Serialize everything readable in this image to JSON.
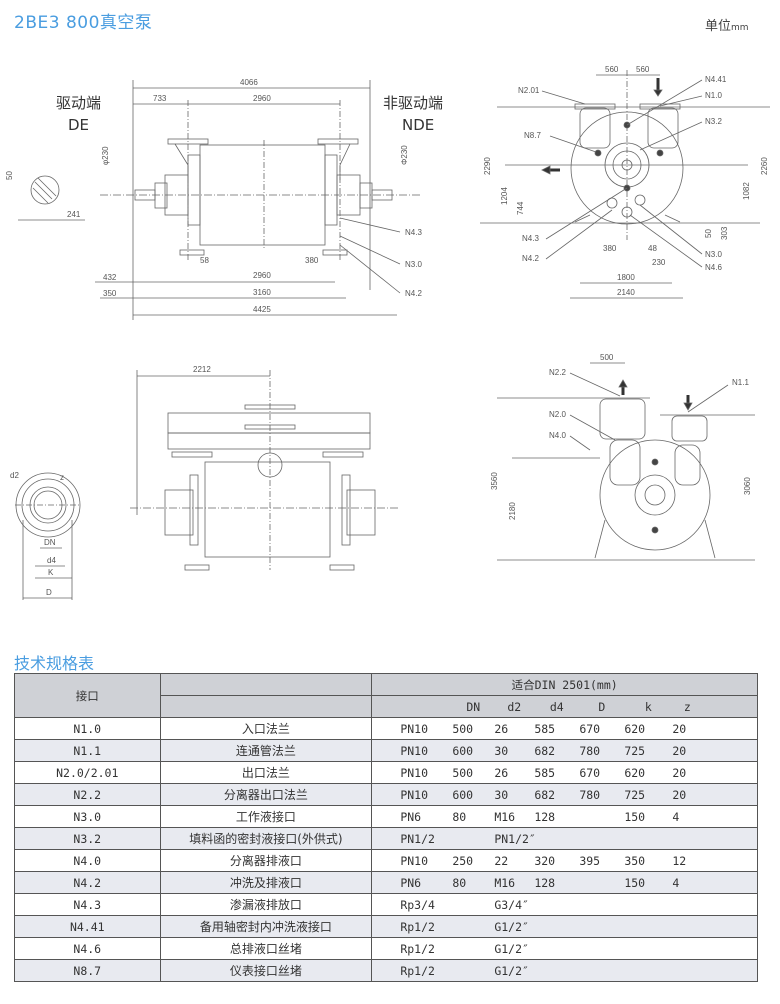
{
  "header": {
    "title": "2BE3 800真空泵",
    "unit_label": "单位",
    "unit_suffix": "mm"
  },
  "drawings": {
    "side_view": {
      "drive_end_cn": "驱动端",
      "drive_end_en": "DE",
      "non_drive_end_cn": "非驱动端",
      "non_drive_end_en": "NDE",
      "dims": {
        "overall_top": "4066",
        "left_733": "733",
        "center_2960": "2960",
        "phi_left": "φ230",
        "phi_right": "Φ230",
        "shaft_key": "50",
        "shaft_241": "241",
        "foot_58": "58",
        "foot_380": "380",
        "bottom_432": "432",
        "bottom_2960": "2960",
        "bottom_350": "350",
        "bottom_3160": "3160",
        "bottom_4425": "4425"
      },
      "callouts": [
        "N4.3",
        "N3.0",
        "N4.2"
      ]
    },
    "end_view": {
      "dims": {
        "top_560_left": "560",
        "top_560_right": "560",
        "h_2290": "2290",
        "h_1204": "1204",
        "h_744": "744",
        "h_2260": "2260",
        "h_1082": "1082",
        "h_50": "50",
        "h_303": "303",
        "w_380": "380",
        "w_48": "48",
        "w_230": "230",
        "w_1800": "1800",
        "w_2140": "2140"
      },
      "callouts": [
        "N2.01",
        "N4.41",
        "N1.0",
        "N3.2",
        "N8.7",
        "N4.3",
        "N4.2",
        "N3.0",
        "N4.6"
      ]
    },
    "flange_detail": {
      "labels": [
        "d2",
        "z",
        "DN",
        "d4",
        "K",
        "D"
      ]
    },
    "top_side_view": {
      "dims": {
        "w_2212": "2212"
      }
    },
    "separator_end_view": {
      "dims": {
        "w_500": "500",
        "h_3560": "3560",
        "h_2180": "2180",
        "h_3060": "3060"
      },
      "callouts": [
        "N2.2",
        "N1.1",
        "N2.0",
        "N4.0"
      ]
    }
  },
  "spec_table": {
    "title": "技术规格表",
    "col_port": "接口",
    "col_standard": "适合DIN 2501(mm)",
    "sub_headers": [
      "",
      "DN",
      "d2",
      "d4",
      "D",
      "k",
      "z"
    ],
    "rows": [
      {
        "port": "N1.0",
        "name": "入口法兰",
        "pn": "PN10",
        "dn": "500",
        "d2": "26",
        "d4": "585",
        "D": "670",
        "k": "620",
        "z": "20"
      },
      {
        "port": "N1.1",
        "name": "连通管法兰",
        "pn": "PN10",
        "dn": "600",
        "d2": "30",
        "d4": "682",
        "D": "780",
        "k": "725",
        "z": "20"
      },
      {
        "port": "N2.0/2.01",
        "name": "出口法兰",
        "pn": "PN10",
        "dn": "500",
        "d2": "26",
        "d4": "585",
        "D": "670",
        "k": "620",
        "z": "20"
      },
      {
        "port": "N2.2",
        "name": "分离器出口法兰",
        "pn": "PN10",
        "dn": "600",
        "d2": "30",
        "d4": "682",
        "D": "780",
        "k": "725",
        "z": "20"
      },
      {
        "port": "N3.0",
        "name": "工作液接口",
        "pn": "PN6",
        "dn": "80",
        "d2": "M16",
        "d4": "128",
        "D": "",
        "k": "150",
        "z": "4"
      },
      {
        "port": "N3.2",
        "name": "填料函的密封液接口(外供式)",
        "pn": "PN1/2",
        "dn": "",
        "d2": "PN1/2″",
        "d4": "",
        "D": "",
        "k": "",
        "z": ""
      },
      {
        "port": "N4.0",
        "name": "分离器排液口",
        "pn": "PN10",
        "dn": "250",
        "d2": "22",
        "d4": "320",
        "D": "395",
        "k": "350",
        "z": "12"
      },
      {
        "port": "N4.2",
        "name": "冲洗及排液口",
        "pn": "PN6",
        "dn": "80",
        "d2": "M16",
        "d4": "128",
        "D": "",
        "k": "150",
        "z": "4"
      },
      {
        "port": "N4.3",
        "name": "渗漏液排放口",
        "pn": "Rp3/4",
        "dn": "",
        "d2": "G3/4″",
        "d4": "",
        "D": "",
        "k": "",
        "z": ""
      },
      {
        "port": "N4.41",
        "name": "备用轴密封内冲洗液接口",
        "pn": "Rp1/2",
        "dn": "",
        "d2": "G1/2″",
        "d4": "",
        "D": "",
        "k": "",
        "z": ""
      },
      {
        "port": "N4.6",
        "name": "总排液口丝堵",
        "pn": "Rp1/2",
        "dn": "",
        "d2": "G1/2″",
        "d4": "",
        "D": "",
        "k": "",
        "z": ""
      },
      {
        "port": "N8.7",
        "name": "仪表接口丝堵",
        "pn": "Rp1/2",
        "dn": "",
        "d2": "G1/2″",
        "d4": "",
        "D": "",
        "k": "",
        "z": ""
      }
    ]
  },
  "colors": {
    "accent": "#4a9de0",
    "header_bg": "#cfd1d6",
    "alt_row": "#e8eaf0"
  }
}
